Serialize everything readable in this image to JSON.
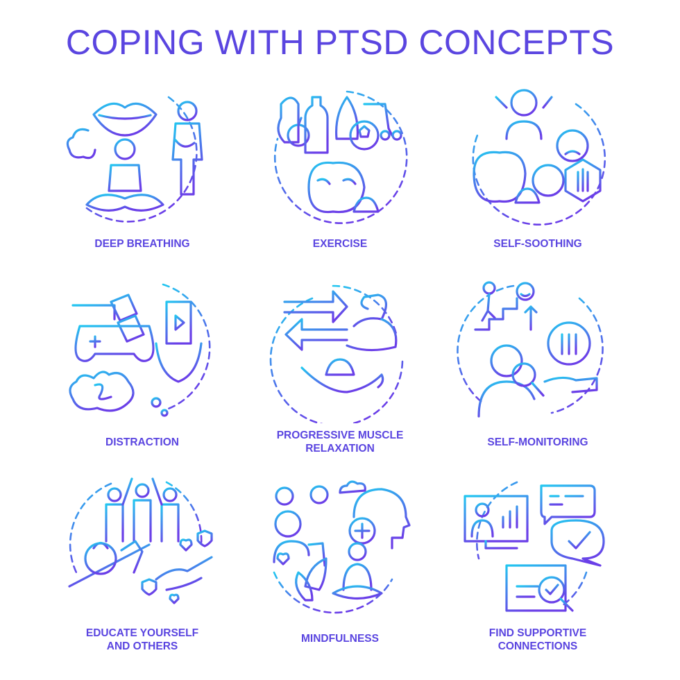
{
  "title": "COPING WITH PTSD CONCEPTS",
  "colors": {
    "gradient_start": "#22c7f0",
    "gradient_end": "#6a3fe8",
    "text": "#5a45e0"
  },
  "concepts": [
    {
      "label": "DEEP BREATHING",
      "icon": "breathing-icon"
    },
    {
      "label": "EXERCISE",
      "icon": "exercise-icon"
    },
    {
      "label": "SELF-SOOTHING",
      "icon": "self-soothing-icon"
    },
    {
      "label": "DISTRACTION",
      "icon": "distraction-icon"
    },
    {
      "label_line1": "PROGRESSIVE MUSCLE",
      "label_line2": "RELAXATION",
      "icon": "muscle-relaxation-icon"
    },
    {
      "label": "SELF-MONITORING",
      "icon": "self-monitoring-icon"
    },
    {
      "label_line1": "EDUCATE YOURSELF",
      "label_line2": "AND OTHERS",
      "icon": "education-icon"
    },
    {
      "label": "MINDFULNESS",
      "icon": "mindfulness-icon"
    },
    {
      "label_line1": "FIND SUPPORTIVE",
      "label_line2": "CONNECTIONS",
      "icon": "connections-icon"
    }
  ]
}
